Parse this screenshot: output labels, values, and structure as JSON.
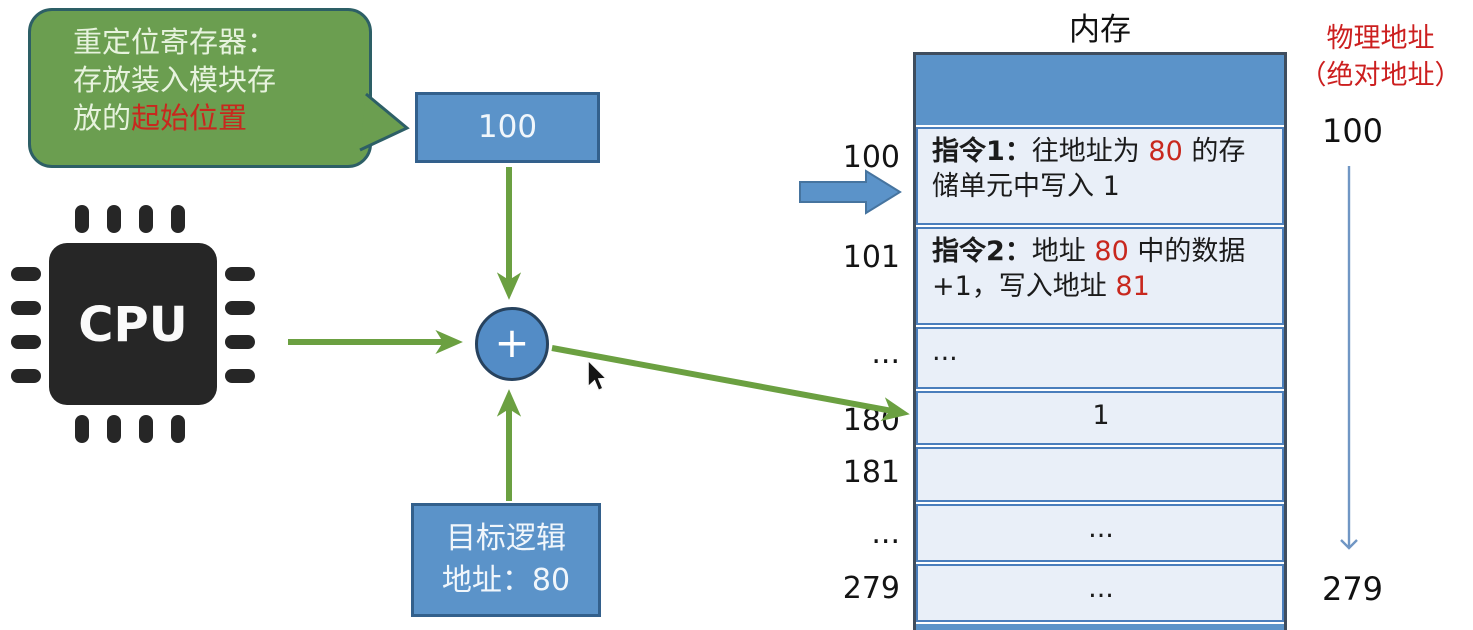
{
  "colors": {
    "box_blue": "#5b93c9",
    "bubble_green": "#6b9e50",
    "bubble_border": "#2d5f66",
    "arrow_green": "#6ba041",
    "highlight_red": "#c8281e",
    "row_fill": "#e9eff8",
    "row_border": "#4a7ebc",
    "cpu_dark": "#262626"
  },
  "callout": {
    "line1": "重定位寄存器：",
    "line2": "存放装入模块存",
    "line3_prefix": "放的",
    "line3_highlight": "起始位置"
  },
  "relocation_register_box": {
    "value": "100"
  },
  "cpu_label": "CPU",
  "adder_symbol": "+",
  "logical_address_box": {
    "line1": "目标逻辑",
    "line2": "地址：80"
  },
  "memory": {
    "title": "内存",
    "rows": [
      {
        "address": "100",
        "align": "left",
        "segments": [
          {
            "text": "指令1：",
            "bold": true
          },
          {
            "text": "往地址为 "
          },
          {
            "text": "80",
            "red": true
          },
          {
            "text": " 的存储单元中写入 1"
          }
        ]
      },
      {
        "address": "101",
        "align": "left",
        "segments": [
          {
            "text": "指令2：",
            "bold": true
          },
          {
            "text": "地址 "
          },
          {
            "text": "80",
            "red": true
          },
          {
            "text": " 中的数据+1，写入地址 "
          },
          {
            "text": "81",
            "red": true
          }
        ]
      },
      {
        "address": "...",
        "align": "left",
        "content": "..."
      },
      {
        "address": "180",
        "align": "center",
        "content": "1"
      },
      {
        "address": "181",
        "align": "center",
        "content": ""
      },
      {
        "address": "...",
        "align": "center",
        "content": "..."
      },
      {
        "address": "279",
        "align": "center",
        "content": "..."
      }
    ]
  },
  "physical_address": {
    "title_line1": "物理地址",
    "title_line2": "（绝对地址）",
    "start": "100",
    "end": "279"
  }
}
